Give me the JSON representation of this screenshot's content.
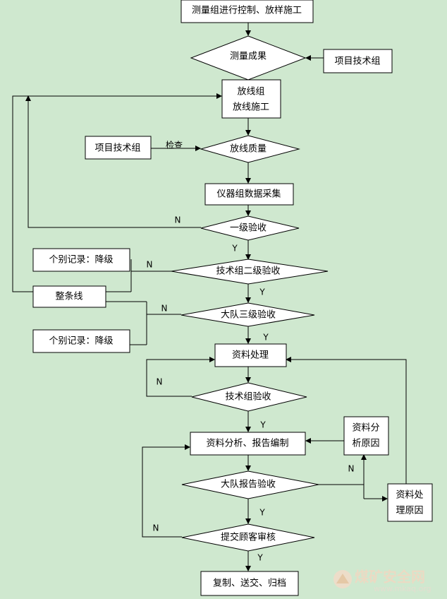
{
  "nodes": {
    "start": "测量组进行控制、放样施工",
    "survey_result": "测量成果",
    "tech_group_top": "项目技术组",
    "layout_group_line1": "放线组",
    "layout_group_line2": "放线施工",
    "tech_group_check": "项目技术组",
    "check_label": "检查",
    "layout_quality": "放线质量",
    "instrument_collect": "仪器组数据采集",
    "level1": "一级验收",
    "record_downgrade_1": "个别记录：降级",
    "level2": "技术组二级验收",
    "fix_line": "整条线",
    "level3": "大队三级验收",
    "record_downgrade_2": "个别记录：降级",
    "data_process": "资料处理",
    "tech_accept": "技术组验收",
    "analysis_report": "资料分析、报告编制",
    "analyze_cause_line1": "资料分",
    "analyze_cause_line2": "析原因",
    "team_report_accept": "大队报告验收",
    "process_cause_line1": "资料处",
    "process_cause_line2": "理原因",
    "client_review": "提交顾客审核",
    "archive": "复制、送交、归档"
  },
  "edge_labels": {
    "no": "N",
    "yes": "Y"
  },
  "watermark": {
    "text": "煤矿安全网",
    "url": "www.mkaq.org"
  },
  "colors": {
    "background": "#cfe8cf",
    "box_fill": "#ffffff",
    "line": "#000000"
  }
}
